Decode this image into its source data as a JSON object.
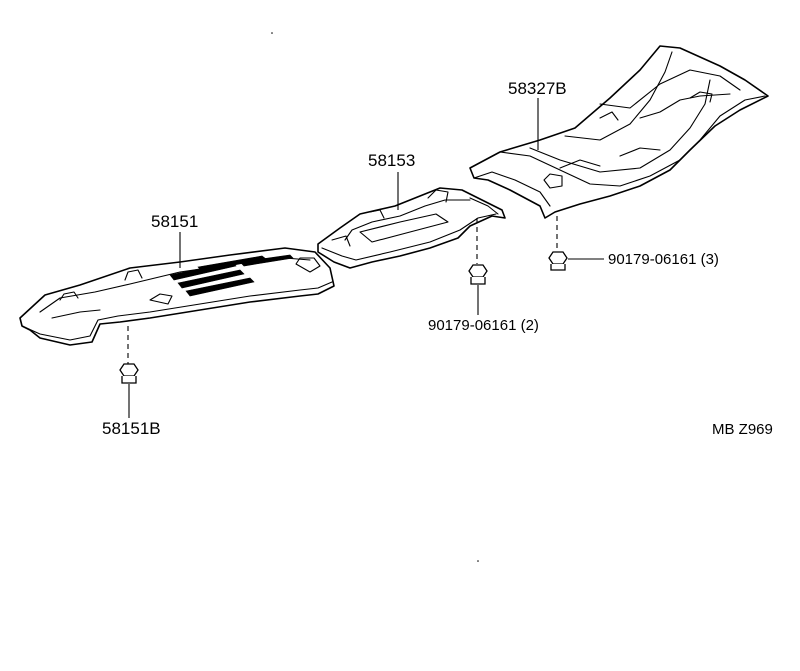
{
  "parts": {
    "front_cover": "58151",
    "center_cover": "58153",
    "rear_cover": "58327B",
    "front_nut": "58151B",
    "center_nut": "90179-06161 (2)",
    "rear_nut": "90179-06161 (3)"
  },
  "diagram_code": "MB Z969"
}
